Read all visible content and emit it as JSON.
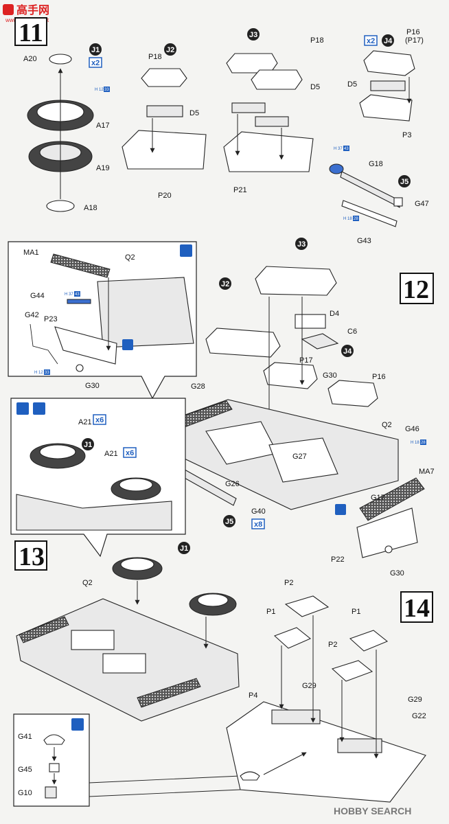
{
  "watermark": {
    "brand": "高手网",
    "domain": "www.gaoshou.net",
    "search": "HOBBY SEARCH"
  },
  "steps": [
    "11",
    "12",
    "13",
    "14"
  ],
  "icons": {
    "options_x2": "x2",
    "x6": "x6",
    "x8": "x8"
  },
  "colors": {
    "accent_blue": "#1f5fbf",
    "line": "#222222"
  },
  "step11": {
    "callouts": [
      "J1",
      "J2",
      "J3",
      "J4",
      "J5"
    ],
    "paint_h12_code": "H 12",
    "paint_h12_num": "33",
    "paint_h37_code": "H 37",
    "paint_h37_num": "43",
    "paint_h18_code": "H 18",
    "paint_h18_num": "28",
    "parts": {
      "A20": "A20",
      "A17": "A17",
      "A19": "A19",
      "A18": "A18",
      "P18a": "P18",
      "D5a": "D5",
      "P20": "P20",
      "P18b": "P18",
      "D5b": "D5",
      "P21": "P21",
      "P16": "P16",
      "P17p": "(P17)",
      "D5c": "D5",
      "P3": "P3",
      "G18": "G18",
      "G47": "G47",
      "G43": "G43"
    }
  },
  "inset12": {
    "parts": {
      "MA1": "MA1",
      "Q2": "Q2",
      "G44": "G44",
      "G42": "G42",
      "P23": "P23",
      "G30": "G30"
    },
    "paint_h37_code": "H 37",
    "paint_h37_num": "43",
    "paint_h12_code": "H 12",
    "paint_h12_num": "33"
  },
  "step12": {
    "callouts": [
      "J3",
      "J2",
      "J4",
      "J5"
    ],
    "paint_h18_code": "H 18",
    "paint_h18_num": "28",
    "parts": {
      "D4": "D4",
      "C6": "C6",
      "P17": "P17",
      "G30a": "G30",
      "P16": "P16",
      "G28": "G28",
      "Q2": "Q2",
      "G46": "G46",
      "MA7": "MA7",
      "G27": "G27",
      "G26": "G26",
      "G17": "G17",
      "G40": "G40",
      "P22": "P22",
      "G30b": "G30"
    }
  },
  "inset13": {
    "callout": "J1",
    "parts": {
      "A21a": "A21",
      "A21b": "A21"
    }
  },
  "step13": {
    "callout": "J1",
    "parts": {
      "Q2": "Q2",
      "G41": "G41",
      "G45": "G45",
      "G10": "G10"
    }
  },
  "step14": {
    "parts": {
      "P2a": "P2",
      "P1a": "P1",
      "P1b": "P1",
      "P2b": "P2",
      "G29a": "G29",
      "G29b": "G29",
      "G22": "G22",
      "P4": "P4"
    }
  }
}
